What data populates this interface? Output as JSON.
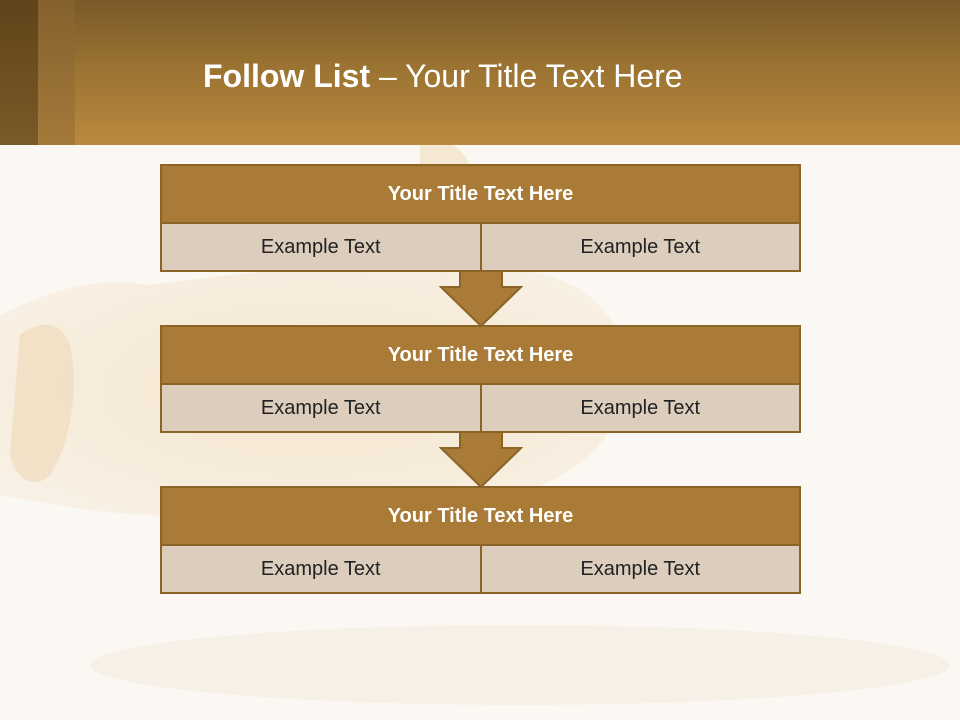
{
  "header": {
    "title_bold": "Follow List",
    "title_rest": " – Your Title Text Here"
  },
  "blocks": [
    {
      "title": "Your Title Text Here",
      "left": "Example Text",
      "right": "Example Text"
    },
    {
      "title": "Your Title Text Here",
      "left": "Example Text",
      "right": "Example Text"
    },
    {
      "title": "Your Title Text Here",
      "left": "Example Text",
      "right": "Example Text"
    }
  ],
  "colors": {
    "header": "#9a7231",
    "block_head": "#a97b36",
    "block_body": "#dccdbd",
    "border": "#8b6427"
  }
}
